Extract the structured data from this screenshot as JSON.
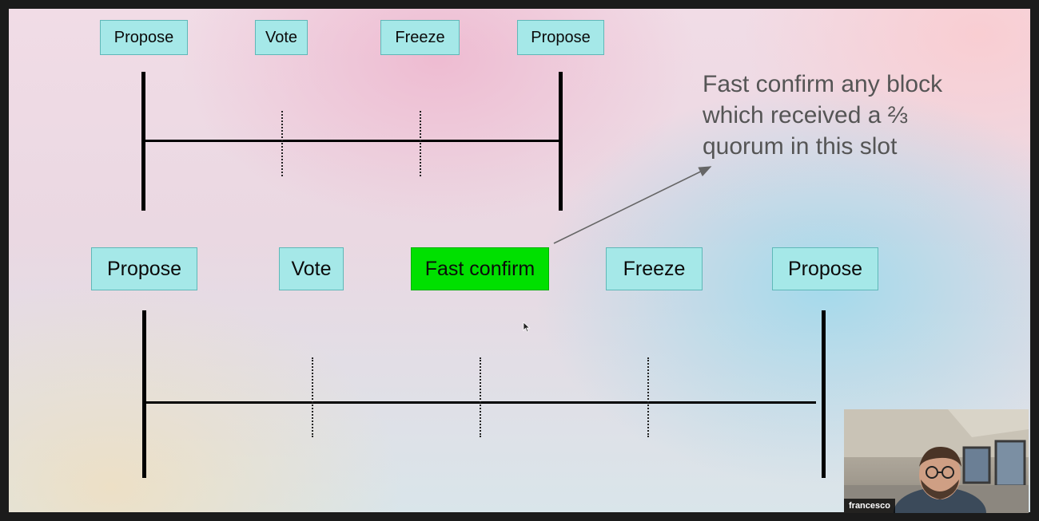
{
  "slide": {
    "top_row": [
      {
        "label": "Propose"
      },
      {
        "label": "Vote"
      },
      {
        "label": "Freeze"
      },
      {
        "label": "Propose"
      }
    ],
    "bottom_row": [
      {
        "label": "Propose"
      },
      {
        "label": "Vote"
      },
      {
        "label": "Fast confirm"
      },
      {
        "label": "Freeze"
      },
      {
        "label": "Propose"
      }
    ],
    "annotation": "Fast confirm any block\nwhich received a ⅔\nquorum in this slot",
    "highlight_color": "#00e000",
    "box_color": "#a5e8e8"
  },
  "video_call": {
    "participant_name": "francesco"
  },
  "cursor": {
    "icon": "mouse-pointer-icon"
  }
}
